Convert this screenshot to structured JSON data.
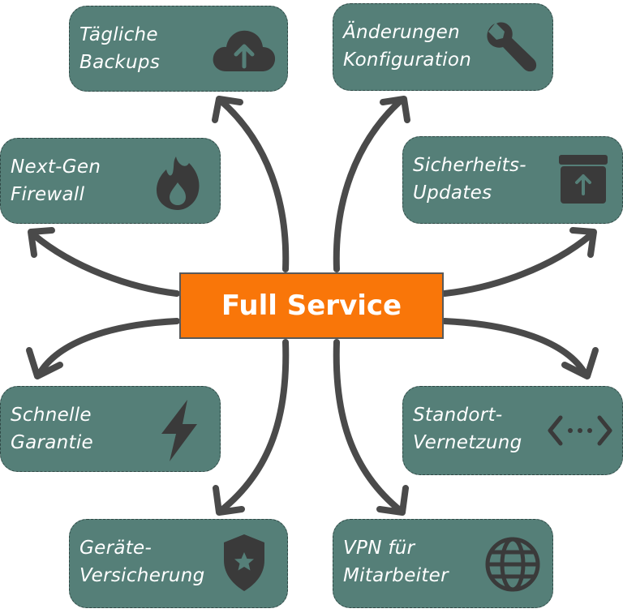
{
  "center": {
    "title": "Full Service"
  },
  "colors": {
    "node_fill": "#557f78",
    "node_border": "#2f4845",
    "center_fill": "#f97609",
    "arrow": "#4a4a4a",
    "icon": "#3a3a3a",
    "text": "#ffffff"
  },
  "nodes": {
    "backups": {
      "line1": "Tägliche",
      "line2": "Backups",
      "icon": "cloud-upload-icon"
    },
    "changes": {
      "line1": "Änderungen",
      "line2": "Konfiguration",
      "icon": "wrench-icon"
    },
    "firewall": {
      "line1": "Next-Gen",
      "line2": "Firewall",
      "icon": "fire-icon"
    },
    "security": {
      "line1": "Sicherheits-",
      "line2": "Updates",
      "icon": "box-arrow-up-icon"
    },
    "guarantee": {
      "line1": "Schnelle",
      "line2": "Garantie",
      "icon": "lightning-icon"
    },
    "networking": {
      "line1": "Standort-",
      "line2": "Vernetzung",
      "icon": "code-dots-icon"
    },
    "insurance": {
      "line1": "Geräte-",
      "line2": "Versicherung",
      "icon": "shield-star-icon"
    },
    "vpn": {
      "line1": "VPN für",
      "line2": "Mitarbeiter",
      "icon": "globe-icon"
    }
  }
}
